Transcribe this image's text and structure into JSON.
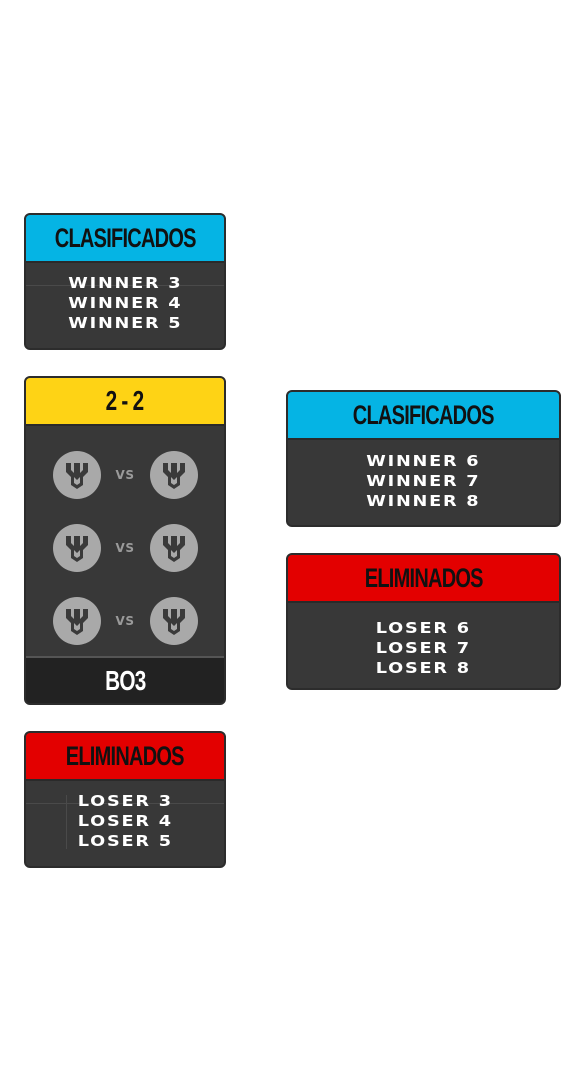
{
  "left_column": {
    "qualified": {
      "title": "CLASIFICADOS",
      "entries": [
        "WINNER 3",
        "WINNER 4",
        "WINNER 5"
      ]
    },
    "match": {
      "score": "2 - 2",
      "vs_label": "VS",
      "rounds": [
        {
          "team_a_icon": "team-crest-icon",
          "team_b_icon": "team-crest-icon"
        },
        {
          "team_a_icon": "team-crest-icon",
          "team_b_icon": "team-crest-icon"
        },
        {
          "team_a_icon": "team-crest-icon",
          "team_b_icon": "team-crest-icon"
        }
      ],
      "format": "BO3"
    },
    "eliminated": {
      "title": "ELIMINADOS",
      "entries": [
        "LOSER 3",
        "LOSER 4",
        "LOSER 5"
      ]
    }
  },
  "right_column": {
    "qualified": {
      "title": "CLASIFICADOS",
      "entries": [
        "WINNER 6",
        "WINNER 7",
        "WINNER 8"
      ]
    },
    "eliminated": {
      "title": "ELIMINADOS",
      "entries": [
        "LOSER 6",
        "LOSER 7",
        "LOSER 8"
      ]
    }
  },
  "colors": {
    "qualified_header": "#05b4e4",
    "eliminated_header": "#e30000",
    "score_header": "#fed315",
    "card_body": "#383838",
    "card_footer": "#222222",
    "logo_circle": "#a9a9a9"
  }
}
